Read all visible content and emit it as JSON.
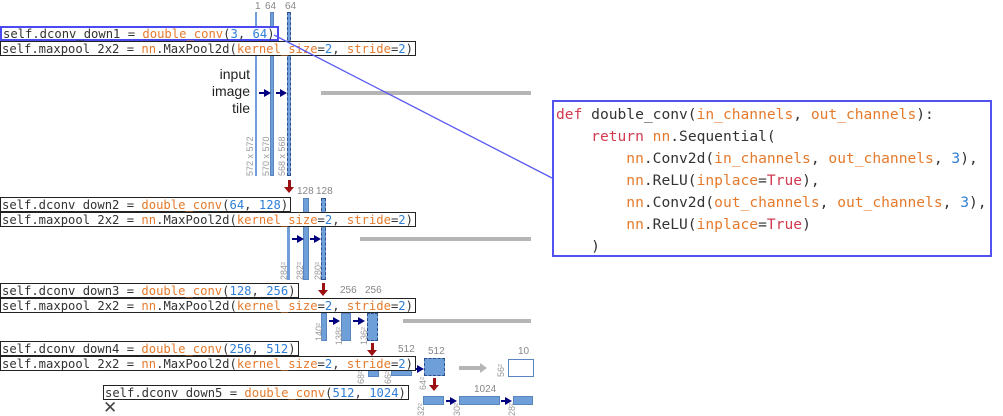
{
  "colors": {
    "keyword": "#d23a4f",
    "orange": "#e57a2c",
    "number": "#2f7fd6",
    "default": "#333333",
    "highlight_border": "#4a4af0",
    "feature_map": "#6f9fd8",
    "conv_arrow": "#000080",
    "pool_arrow": "#9b1010",
    "copy_arrow": "#b5b5b5"
  },
  "code_lines": [
    {
      "selected": true,
      "tokens": [
        {
          "t": "self.dconv_down1 = ",
          "c": "d"
        },
        {
          "t": "double_conv",
          "c": "o"
        },
        {
          "t": "(",
          "c": "d"
        },
        {
          "t": "3",
          "c": "n"
        },
        {
          "t": ", ",
          "c": "d"
        },
        {
          "t": "64",
          "c": "n"
        },
        {
          "t": ")",
          "c": "d"
        }
      ]
    },
    {
      "tokens": [
        {
          "t": "self.maxpool_2x2 = ",
          "c": "d"
        },
        {
          "t": "nn",
          "c": "o"
        },
        {
          "t": ".MaxPool2d(",
          "c": "d"
        },
        {
          "t": "kernel_size",
          "c": "o"
        },
        {
          "t": "=",
          "c": "d"
        },
        {
          "t": "2",
          "c": "n"
        },
        {
          "t": ", ",
          "c": "d"
        },
        {
          "t": "stride",
          "c": "o"
        },
        {
          "t": "=",
          "c": "d"
        },
        {
          "t": "2",
          "c": "n"
        },
        {
          "t": ")",
          "c": "d"
        }
      ]
    },
    {
      "tokens": [
        {
          "t": "self.dconv_down2 = ",
          "c": "d"
        },
        {
          "t": "double_conv",
          "c": "o"
        },
        {
          "t": "(",
          "c": "d"
        },
        {
          "t": "64",
          "c": "n"
        },
        {
          "t": ", ",
          "c": "d"
        },
        {
          "t": "128",
          "c": "n"
        },
        {
          "t": ")",
          "c": "d"
        }
      ]
    },
    {
      "tokens": [
        {
          "t": "self.maxpool_2x2 = ",
          "c": "d"
        },
        {
          "t": "nn",
          "c": "o"
        },
        {
          "t": ".MaxPool2d(",
          "c": "d"
        },
        {
          "t": "kernel_size",
          "c": "o"
        },
        {
          "t": "=",
          "c": "d"
        },
        {
          "t": "2",
          "c": "n"
        },
        {
          "t": ", ",
          "c": "d"
        },
        {
          "t": "stride",
          "c": "o"
        },
        {
          "t": "=",
          "c": "d"
        },
        {
          "t": "2",
          "c": "n"
        },
        {
          "t": ")",
          "c": "d"
        }
      ]
    },
    {
      "tokens": [
        {
          "t": "self.dconv_down3 = ",
          "c": "d"
        },
        {
          "t": "double_conv",
          "c": "o"
        },
        {
          "t": "(",
          "c": "d"
        },
        {
          "t": "128",
          "c": "n"
        },
        {
          "t": ", ",
          "c": "d"
        },
        {
          "t": "256",
          "c": "n"
        },
        {
          "t": ")",
          "c": "d"
        }
      ]
    },
    {
      "tokens": [
        {
          "t": "self.maxpool_2x2 = ",
          "c": "d"
        },
        {
          "t": "nn",
          "c": "o"
        },
        {
          "t": ".MaxPool2d(",
          "c": "d"
        },
        {
          "t": "kernel_size",
          "c": "o"
        },
        {
          "t": "=",
          "c": "d"
        },
        {
          "t": "2",
          "c": "n"
        },
        {
          "t": ", ",
          "c": "d"
        },
        {
          "t": "stride",
          "c": "o"
        },
        {
          "t": "=",
          "c": "d"
        },
        {
          "t": "2",
          "c": "n"
        },
        {
          "t": ")",
          "c": "d"
        }
      ]
    },
    {
      "tokens": [
        {
          "t": "self.dconv_down4 = ",
          "c": "d"
        },
        {
          "t": "double_conv",
          "c": "o"
        },
        {
          "t": "(",
          "c": "d"
        },
        {
          "t": "256",
          "c": "n"
        },
        {
          "t": ", ",
          "c": "d"
        },
        {
          "t": "512",
          "c": "n"
        },
        {
          "t": ")",
          "c": "d"
        }
      ]
    },
    {
      "tokens": [
        {
          "t": "self.maxpool_2x2 = ",
          "c": "d"
        },
        {
          "t": "nn",
          "c": "o"
        },
        {
          "t": ".MaxPool2d(",
          "c": "d"
        },
        {
          "t": "kernel_size",
          "c": "o"
        },
        {
          "t": "=",
          "c": "d"
        },
        {
          "t": "2",
          "c": "n"
        },
        {
          "t": ", ",
          "c": "d"
        },
        {
          "t": "stride",
          "c": "o"
        },
        {
          "t": "=",
          "c": "d"
        },
        {
          "t": "2",
          "c": "n"
        },
        {
          "t": ")",
          "c": "d"
        }
      ]
    },
    {
      "tokens": [
        {
          "t": "self.dconv_down5 = ",
          "c": "d"
        },
        {
          "t": "double_conv",
          "c": "o"
        },
        {
          "t": "(",
          "c": "d"
        },
        {
          "t": "512",
          "c": "n"
        },
        {
          "t": ", ",
          "c": "d"
        },
        {
          "t": "1024",
          "c": "n"
        },
        {
          "t": ")",
          "c": "d"
        }
      ]
    }
  ],
  "panel_lines": [
    [
      {
        "t": "def ",
        "c": "k"
      },
      {
        "t": "double_conv(",
        "c": "d"
      },
      {
        "t": "in_channels",
        "c": "o"
      },
      {
        "t": ", ",
        "c": "d"
      },
      {
        "t": "out_channels",
        "c": "o"
      },
      {
        "t": "):",
        "c": "d"
      }
    ],
    [
      {
        "t": "    ",
        "c": "d"
      },
      {
        "t": "return ",
        "c": "k"
      },
      {
        "t": "nn",
        "c": "o"
      },
      {
        "t": ".Sequential(",
        "c": "d"
      }
    ],
    [
      {
        "t": "        ",
        "c": "d"
      },
      {
        "t": "nn",
        "c": "o"
      },
      {
        "t": ".Conv2d(",
        "c": "d"
      },
      {
        "t": "in_channels",
        "c": "o"
      },
      {
        "t": ", ",
        "c": "d"
      },
      {
        "t": "out_channels",
        "c": "o"
      },
      {
        "t": ", ",
        "c": "d"
      },
      {
        "t": "3",
        "c": "n"
      },
      {
        "t": "),",
        "c": "d"
      }
    ],
    [
      {
        "t": "        ",
        "c": "d"
      },
      {
        "t": "nn",
        "c": "o"
      },
      {
        "t": ".ReLU(",
        "c": "d"
      },
      {
        "t": "inplace",
        "c": "o"
      },
      {
        "t": "=",
        "c": "d"
      },
      {
        "t": "True",
        "c": "k"
      },
      {
        "t": "),",
        "c": "d"
      }
    ],
    [
      {
        "t": "        ",
        "c": "d"
      },
      {
        "t": "nn",
        "c": "o"
      },
      {
        "t": ".Conv2d(",
        "c": "d"
      },
      {
        "t": "out_channels",
        "c": "o"
      },
      {
        "t": ", ",
        "c": "d"
      },
      {
        "t": "out_channels",
        "c": "o"
      },
      {
        "t": ", ",
        "c": "d"
      },
      {
        "t": "3",
        "c": "n"
      },
      {
        "t": "),",
        "c": "d"
      }
    ],
    [
      {
        "t": "        ",
        "c": "d"
      },
      {
        "t": "nn",
        "c": "o"
      },
      {
        "t": ".ReLU(",
        "c": "d"
      },
      {
        "t": "inplace",
        "c": "o"
      },
      {
        "t": "=",
        "c": "d"
      },
      {
        "t": "True",
        "c": "k"
      },
      {
        "t": ")",
        "c": "d"
      }
    ],
    [
      {
        "t": "    )",
        "c": "d"
      }
    ]
  ],
  "diagram": {
    "input_label": "input\nimage\ntile",
    "channel_labels": [
      "1",
      "64",
      "64",
      "128",
      "128",
      "256",
      "256",
      "512",
      "512",
      "1024",
      "10"
    ],
    "size_labels": [
      "572 x 572",
      "570 x 570",
      "568 x 568",
      "284²",
      "282²",
      "280²",
      "140²",
      "138²",
      "136²",
      "68²",
      "66²",
      "64²",
      "56²",
      "32²",
      "30²",
      "28²"
    ],
    "close_glyph": "✕"
  }
}
